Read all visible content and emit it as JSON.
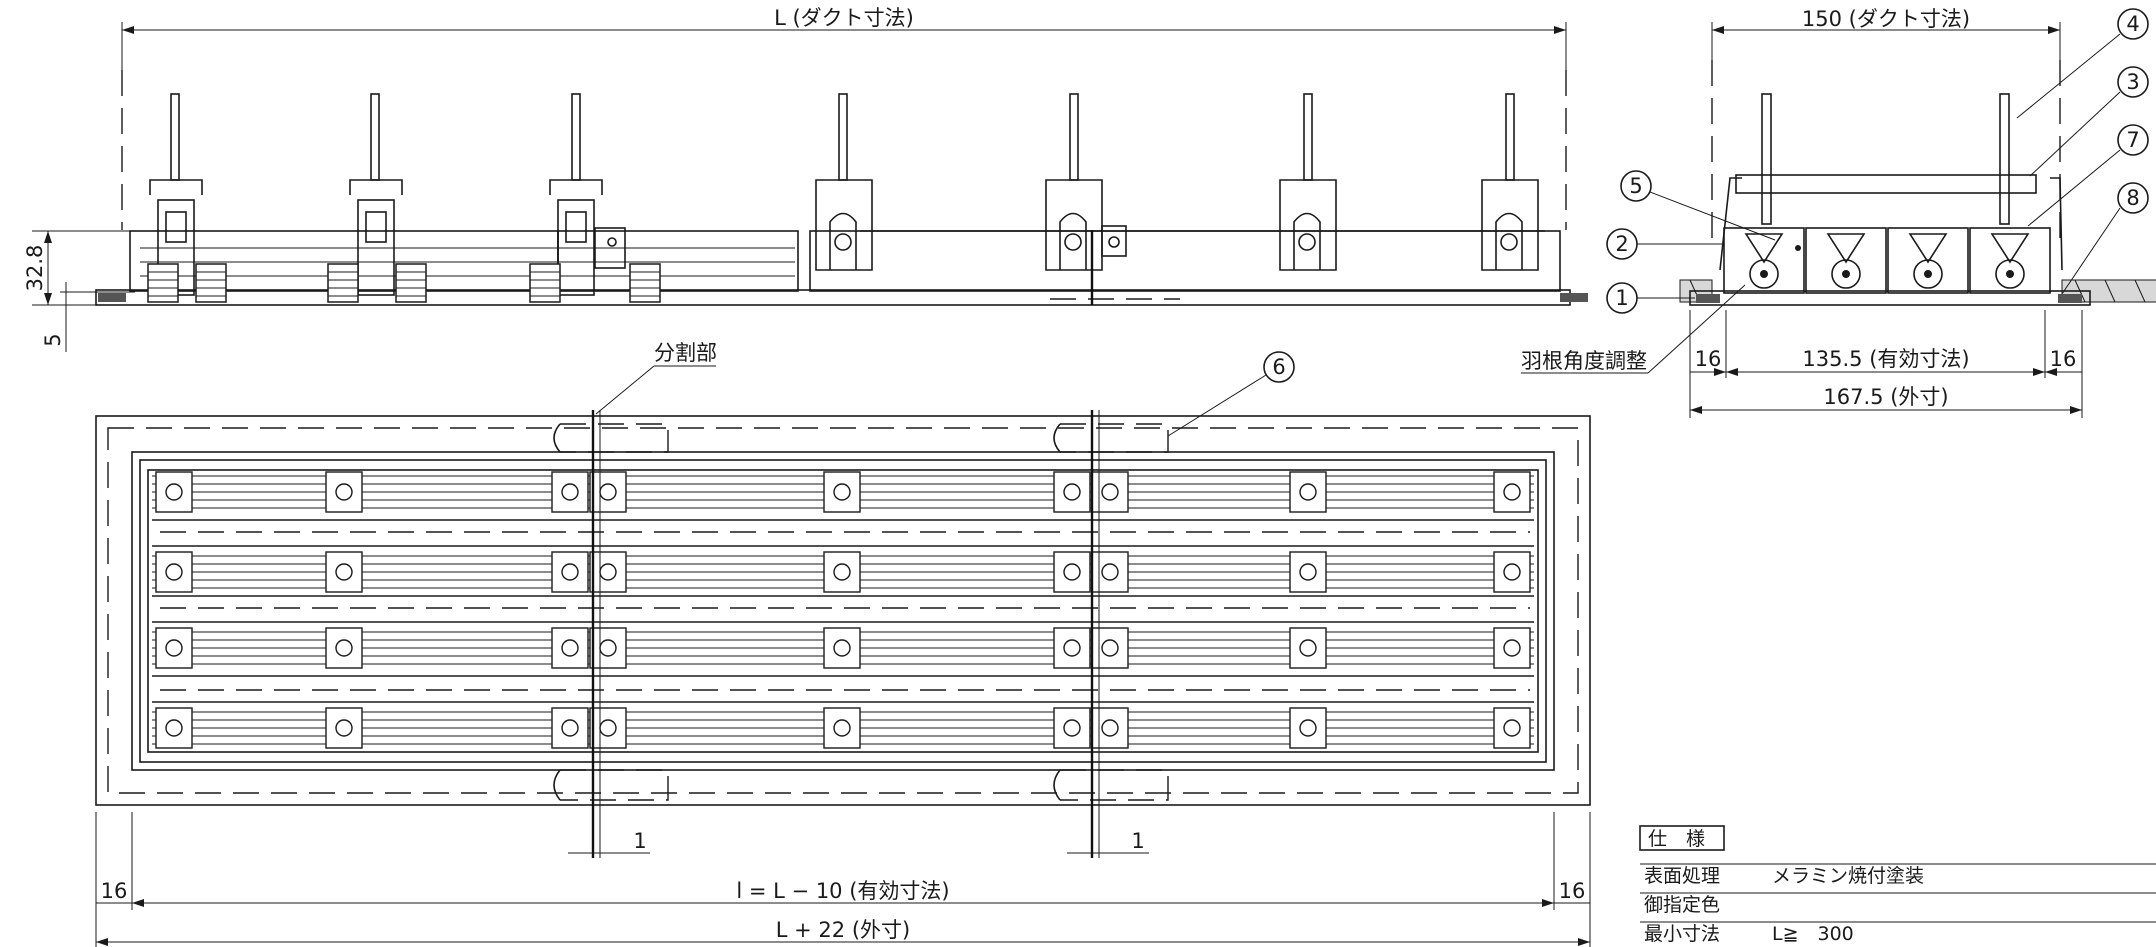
{
  "dimensions": {
    "top_length": "L (ダクト寸法)",
    "duct_150": "150 (ダクト寸法)",
    "height": "32.8",
    "flange": "5",
    "side_16_left": "16",
    "side_effective": "135.5 (有効寸法)",
    "side_16_right": "16",
    "side_outer": "167.5 (外寸)",
    "gap_1_left": "1",
    "gap_1_right": "1",
    "bottom_16_left": "16",
    "bottom_effective": "l = L − 10 (有効寸法)",
    "bottom_16_right": "16",
    "bottom_outer": "L + 22 (外寸)"
  },
  "labels": {
    "split": "分割部",
    "blade_adjust": "羽根角度調整"
  },
  "callouts": [
    "1",
    "2",
    "3",
    "4",
    "5",
    "6",
    "7",
    "8"
  ],
  "spec": {
    "heading": "仕　様",
    "rows": [
      {
        "key": "表面処理",
        "value": "メラミン焼付塗装"
      },
      {
        "key": "御指定色",
        "value": ""
      },
      {
        "key": "最小寸法",
        "value": "L≧　300"
      }
    ]
  }
}
